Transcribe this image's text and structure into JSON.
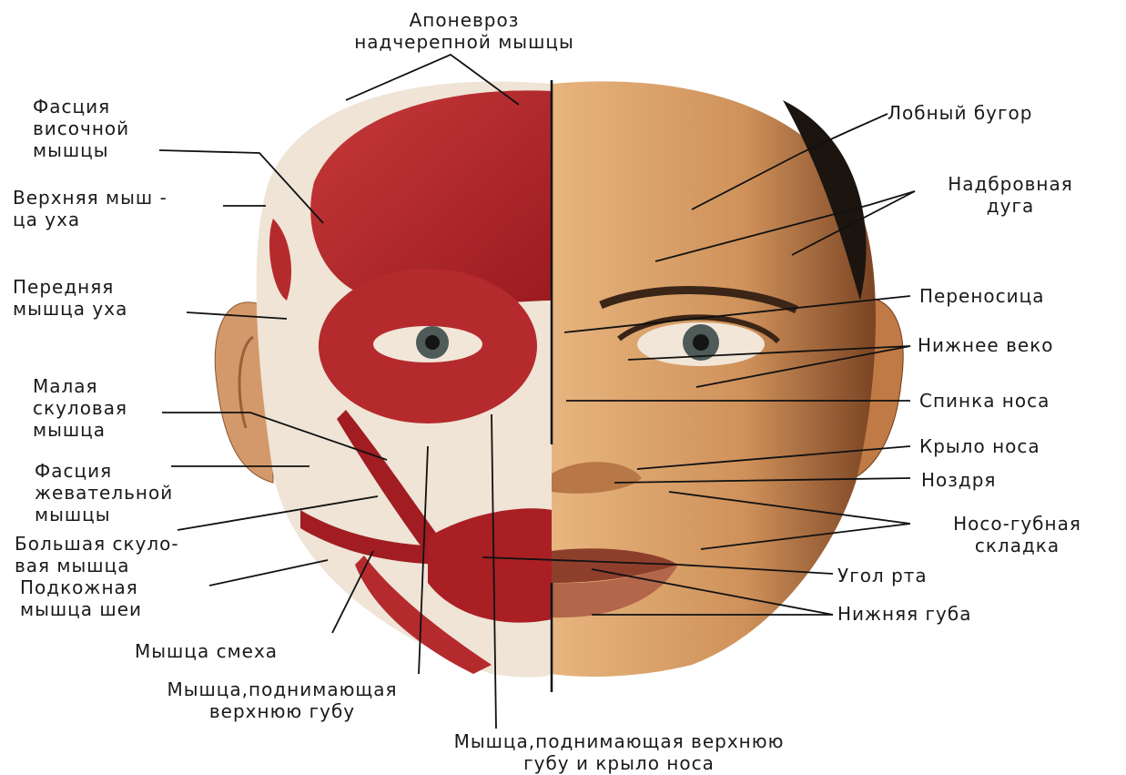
{
  "labels": {
    "aponeurosis": "Апоневроз\nнадчерепной мышцы",
    "temporal_fascia": "Фасция\nвисочной\nмышцы",
    "upper_ear_muscle": "Верхняя мыш -\nца уха",
    "anterior_ear_muscle": "Передняя\nмышца уха",
    "zygomatic_minor": "Малая\nскуловая\nмышца",
    "masseter_fascia": "Фасция\nжевательной\nмышцы",
    "zygomatic_major": "Большая скуло-\nвая мышца",
    "platysma": "Подкожная\nмышца шеи",
    "risorius": "Мышца смеха",
    "levator_labii": "Мышца,поднимающая\nверхнюю губу",
    "levator_labii_alaeque": "Мышца,поднимающая верхнюю\nгубу и крыло носа",
    "frontal_eminence": "Лобный бугор",
    "superciliary_arch": "Надбровная\nдуга",
    "nasal_bridge": "Переносица",
    "lower_eyelid": "Нижнее веко",
    "nasal_dorsum": "Спинка носа",
    "nasal_wing": "Крыло носа",
    "nostril": "Ноздря",
    "nasolabial_fold": "Носо-губная\nскладка",
    "mouth_corner": "Угол рта",
    "lower_lip": "Нижняя губа"
  },
  "colors": {
    "muscle": "#b8262b",
    "muscle_dark": "#7e1216",
    "skin": "#d9a068",
    "skin_dark": "#8a5530",
    "hair": "#1c140f",
    "fascia": "#efe4d6"
  }
}
